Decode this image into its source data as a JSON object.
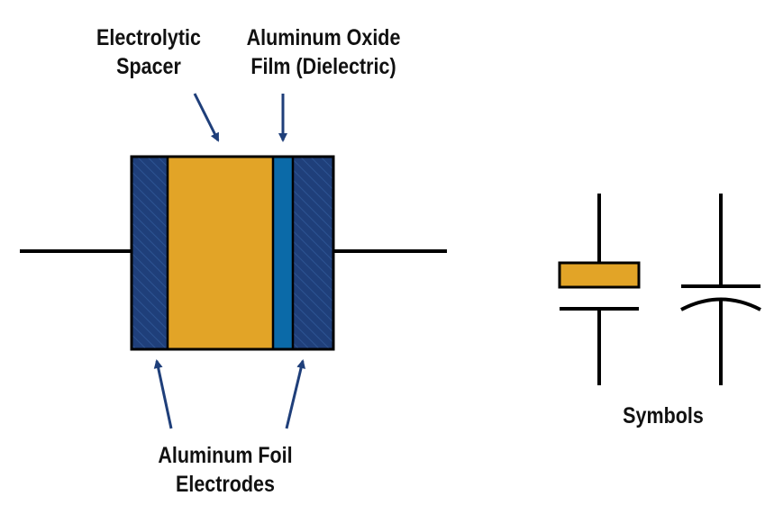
{
  "labels": {
    "spacer_line1": "Electrolytic",
    "spacer_line2": "Spacer",
    "oxide_line1": "Aluminum Oxide",
    "oxide_line2": "Film (Dielectric)",
    "foil_line1": "Aluminum Foil",
    "foil_line2": "Electrodes",
    "symbols": "Symbols"
  },
  "colors": {
    "electrode": "#1f3f7a",
    "electrode_hatch": "#2d5493",
    "spacer": "#e2a427",
    "oxide_film": "#0b6aa8",
    "outline": "#000000",
    "arrow": "#1f3f7a",
    "text": "#111111"
  },
  "icons": {
    "polarized_symbol": "polarized-capacitor-symbol",
    "curved_plate_symbol": "curved-plate-capacitor-symbol"
  }
}
